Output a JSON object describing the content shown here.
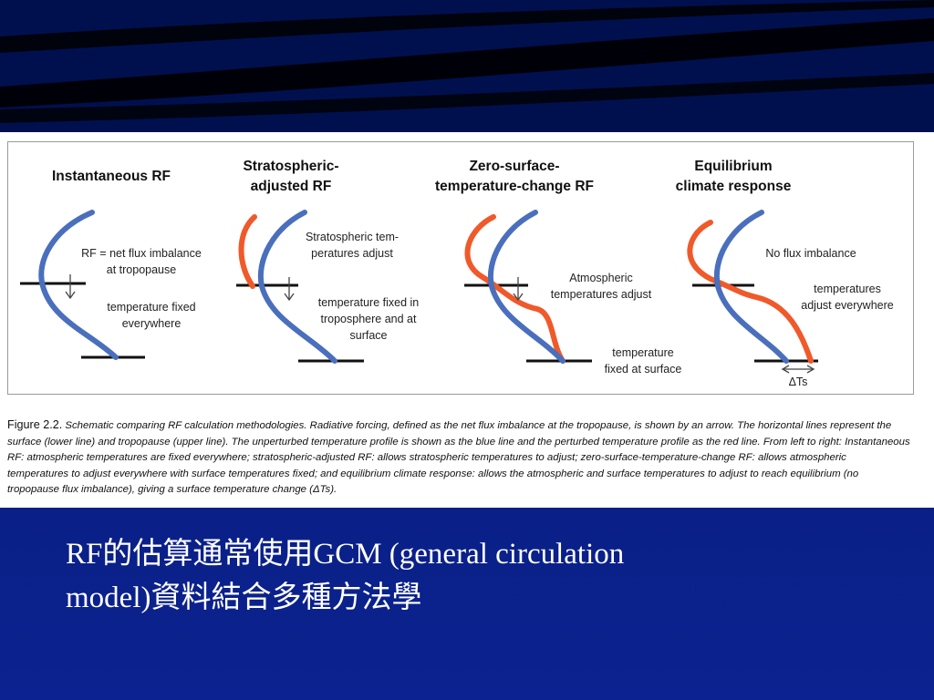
{
  "colors": {
    "profile_unperturbed": "#4a6fbd",
    "profile_perturbed": "#f0592a",
    "lines": "#111111"
  },
  "panels": [
    {
      "title": "Instantaneous RF",
      "notes": [
        "RF = net flux imbalance\nat tropopause",
        "temperature fixed\neverywhere"
      ]
    },
    {
      "title": "Stratospheric-\nadjusted RF",
      "notes": [
        "Stratospheric tem-\nperatures adjust",
        "temperature fixed in\ntroposphere and at\nsurface"
      ]
    },
    {
      "title": "Zero-surface-\ntemperature-change RF",
      "notes": [
        "Atmospheric\ntemperatures adjust",
        "temperature\nfixed at surface"
      ]
    },
    {
      "title": "Equilibrium\nclimate response",
      "notes": [
        "No flux imbalance",
        "temperatures\nadjust everywhere",
        "ΔTs"
      ]
    }
  ],
  "caption": {
    "label": "Figure 2.2.",
    "text": "Schematic comparing RF calculation methodologies. Radiative forcing, defined as the net flux imbalance at the tropopause, is shown by an arrow. The horizontal lines represent the surface (lower line) and tropopause (upper line). The unperturbed temperature profile is shown as the blue line and the perturbed temperature profile as the red line. From left to right: Instantaneous RF: atmospheric temperatures are fixed everywhere; stratospheric-adjusted RF: allows stratospheric temperatures to adjust; zero-surface-temperature-change RF: allows atmospheric temperatures to adjust everywhere with surface temperatures fixed; and equilibrium climate response: allows the atmospheric and surface temperatures to adjust to reach equilibrium (no tropopause flux imbalance), giving a surface temperature change (ΔTs)."
  },
  "slide_text": "RF的估算通常使用GCM (general circulation\nmodel)資料結合多種方法學"
}
